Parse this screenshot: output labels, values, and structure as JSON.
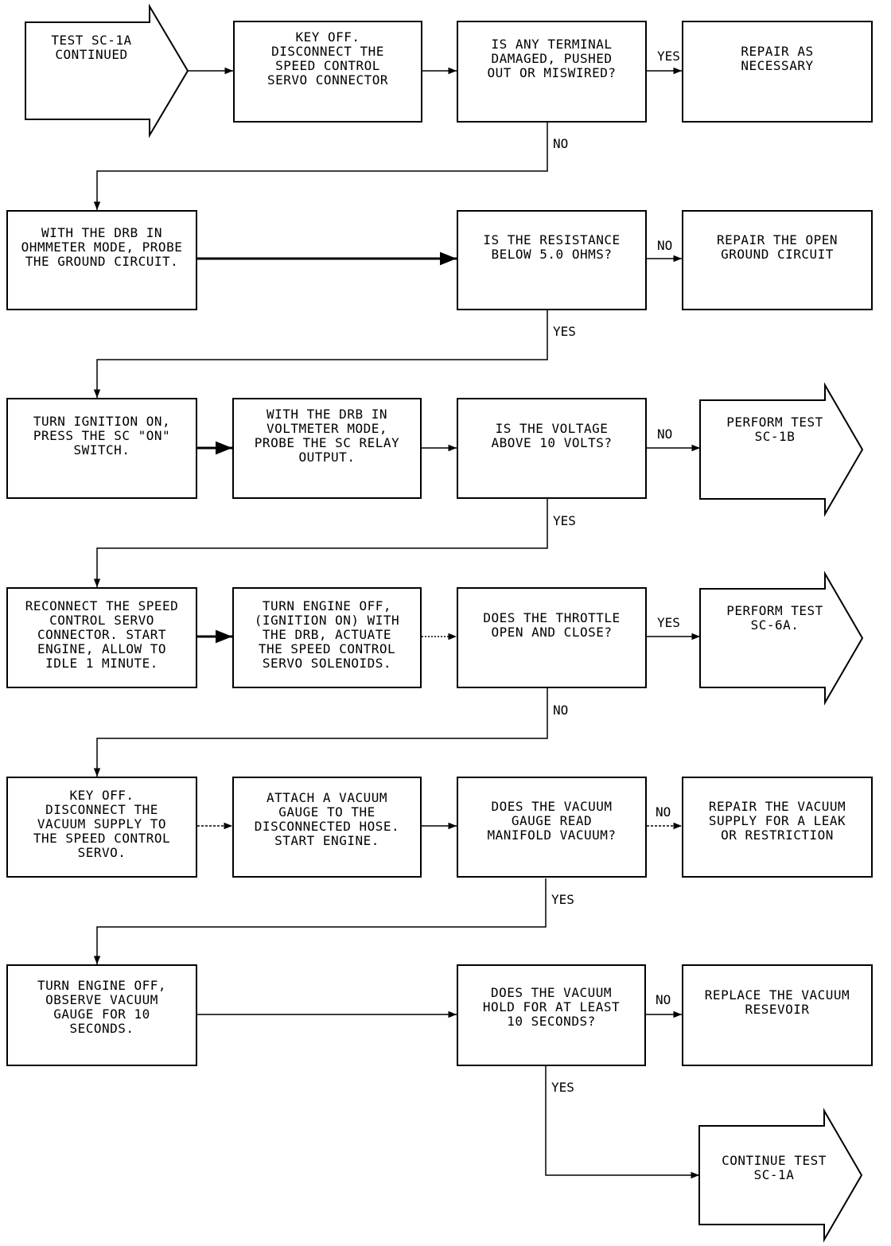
{
  "start": "TEST SC-1A\nCONTINUED",
  "row1": {
    "action": "KEY OFF.\nDISCONNECT THE\nSPEED CONTROL\nSERVO CONNECTOR",
    "question": "IS ANY TERMINAL\nDAMAGED, PUSHED\nOUT OR MISWIRED?",
    "yes_label": "YES",
    "yes_result": "REPAIR AS\nNECESSARY",
    "no_label": "NO"
  },
  "row2": {
    "action": "WITH THE DRB IN\nOHMMETER MODE, PROBE\nTHE GROUND CIRCUIT.",
    "question": "IS THE RESISTANCE\nBELOW 5.0 OHMS?",
    "no_label": "NO",
    "no_result": "REPAIR THE OPEN\nGROUND CIRCUIT",
    "yes_label": "YES"
  },
  "row3": {
    "action1": "TURN IGNITION ON,\nPRESS THE SC \"ON\"\nSWITCH.",
    "action2": "WITH THE DRB IN\nVOLTMETER MODE,\nPROBE THE SC RELAY\nOUTPUT.",
    "question": "IS THE VOLTAGE\nABOVE 10 VOLTS?",
    "no_label": "NO",
    "no_result": "PERFORM TEST\nSC-1B",
    "yes_label": "YES"
  },
  "row4": {
    "action1": "RECONNECT THE SPEED\nCONTROL SERVO\nCONNECTOR. START\nENGINE, ALLOW TO\nIDLE 1 MINUTE.",
    "action2": "TURN ENGINE OFF,\n(IGNITION ON) WITH\nTHE DRB, ACTUATE\nTHE SPEED CONTROL\nSERVO SOLENOIDS.",
    "question": "DOES THE THROTTLE\nOPEN AND CLOSE?",
    "yes_label": "YES",
    "yes_result": "PERFORM TEST\nSC-6A.",
    "no_label": "NO"
  },
  "row5": {
    "action1": "KEY OFF.\nDISCONNECT THE\nVACUUM SUPPLY TO\nTHE SPEED CONTROL\nSERVO.",
    "action2": "ATTACH A VACUUM\nGAUGE TO THE\nDISCONNECTED HOSE.\nSTART ENGINE.",
    "question": "DOES THE VACUUM\nGAUGE READ\nMANIFOLD VACUUM?",
    "no_label": "NO",
    "no_result": "REPAIR THE VACUUM\nSUPPLY FOR A LEAK\nOR RESTRICTION",
    "yes_label": "YES"
  },
  "row6": {
    "action": "TURN ENGINE OFF,\nOBSERVE VACUUM\nGAUGE FOR 10\nSECONDS.",
    "question": "DOES THE VACUUM\nHOLD FOR AT LEAST\n10 SECONDS?",
    "no_label": "NO",
    "no_result": "REPLACE THE VACUUM\nRESEVOIR",
    "yes_label": "YES"
  },
  "end": "CONTINUE TEST\nSC-1A"
}
